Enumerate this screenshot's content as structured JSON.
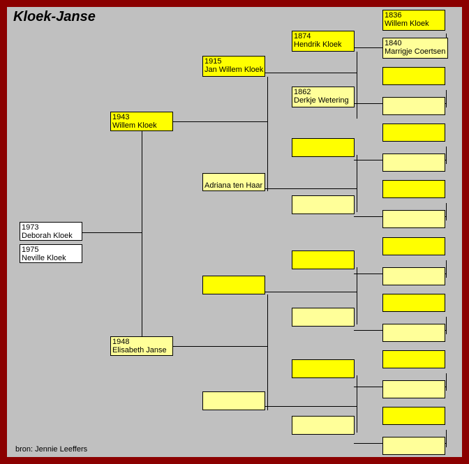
{
  "chart": {
    "title": "Kloek-Janse",
    "source": "bron: Jennie Leeffers",
    "type": "genealogy-pedigree-chart",
    "colors": {
      "frame": "#8b0000",
      "background": "#c0c0c0",
      "male": "#ffff00",
      "female": "#ffff99",
      "child": "#ffffff",
      "line": "#000000"
    }
  },
  "children": [
    {
      "year": "1973",
      "name": "Deborah Kloek",
      "sex": "child"
    },
    {
      "year": "1975",
      "name": "Neville Kloek",
      "sex": "child"
    }
  ],
  "generation1": [
    {
      "year": "1943",
      "name": "Willem Kloek",
      "sex": "male"
    },
    {
      "year": "1948",
      "name": "Elisabeth Janse",
      "sex": "female"
    }
  ],
  "generation2": [
    {
      "year": "1915",
      "name": "Jan Willem Kloek",
      "sex": "male"
    },
    {
      "year": "",
      "name": "Adriana ten Haar",
      "sex": "female"
    },
    {
      "year": "",
      "name": "",
      "sex": "male"
    },
    {
      "year": "",
      "name": "",
      "sex": "female"
    }
  ],
  "generation3": [
    {
      "year": "1874",
      "name": "Hendrik Kloek",
      "sex": "male"
    },
    {
      "year": "1862",
      "name": "Derkje Wetering",
      "sex": "female"
    },
    {
      "year": "",
      "name": "",
      "sex": "male"
    },
    {
      "year": "",
      "name": "",
      "sex": "female"
    },
    {
      "year": "",
      "name": "",
      "sex": "male"
    },
    {
      "year": "",
      "name": "",
      "sex": "female"
    },
    {
      "year": "",
      "name": "",
      "sex": "male"
    },
    {
      "year": "",
      "name": "",
      "sex": "female"
    }
  ],
  "generation4": [
    {
      "year": "1836",
      "name": "Willem Kloek",
      "sex": "male"
    },
    {
      "year": "1840",
      "name": "Marrigje Coertsen",
      "sex": "female"
    },
    {
      "year": "",
      "name": "",
      "sex": "male"
    },
    {
      "year": "",
      "name": "",
      "sex": "female"
    },
    {
      "year": "",
      "name": "",
      "sex": "male"
    },
    {
      "year": "",
      "name": "",
      "sex": "female"
    },
    {
      "year": "",
      "name": "",
      "sex": "male"
    },
    {
      "year": "",
      "name": "",
      "sex": "female"
    },
    {
      "year": "",
      "name": "",
      "sex": "male"
    },
    {
      "year": "",
      "name": "",
      "sex": "female"
    },
    {
      "year": "",
      "name": "",
      "sex": "male"
    },
    {
      "year": "",
      "name": "",
      "sex": "female"
    },
    {
      "year": "",
      "name": "",
      "sex": "male"
    },
    {
      "year": "",
      "name": "",
      "sex": "female"
    },
    {
      "year": "",
      "name": "",
      "sex": "male"
    },
    {
      "year": "",
      "name": "",
      "sex": "female"
    }
  ]
}
